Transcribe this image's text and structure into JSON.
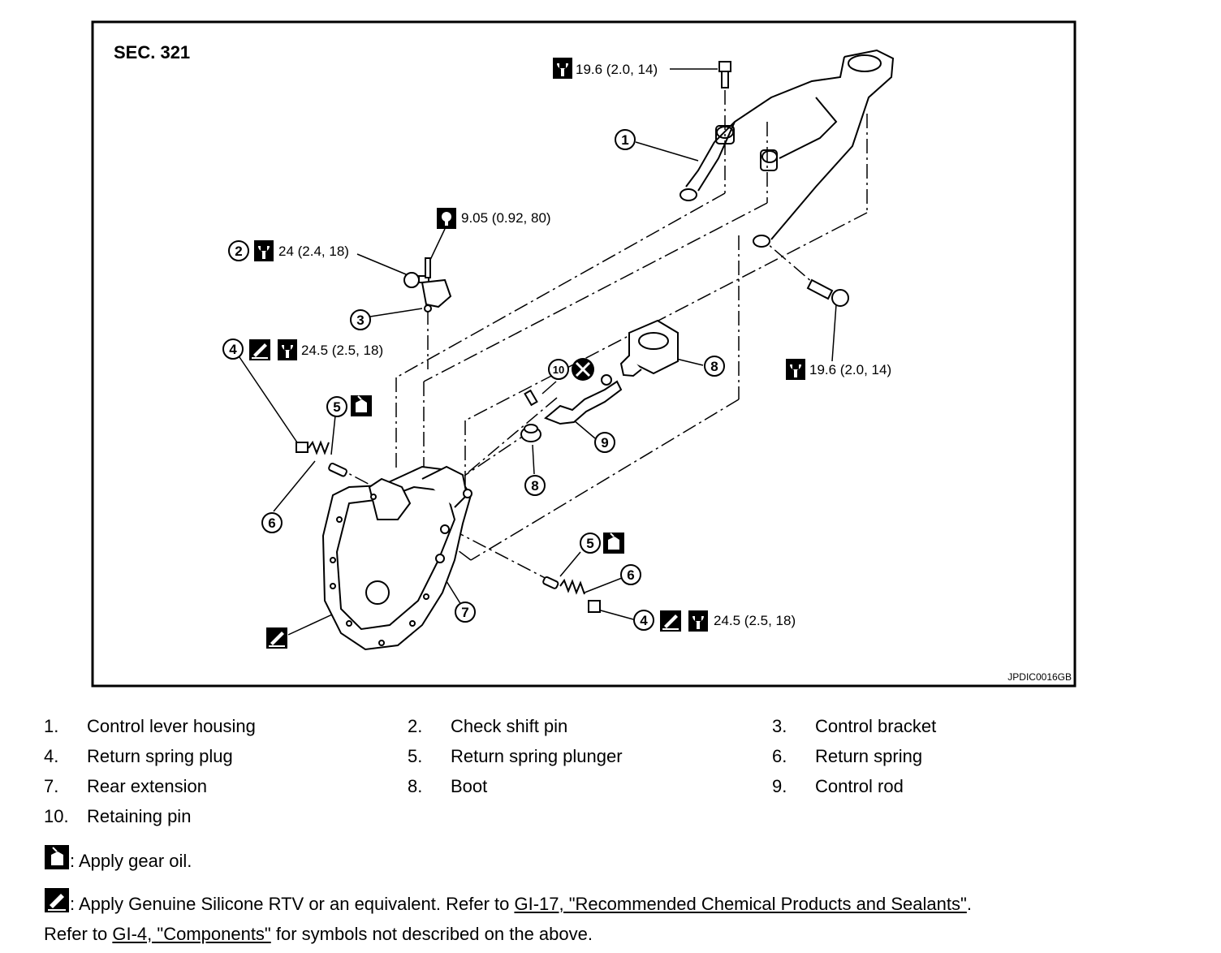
{
  "diagram": {
    "section": "SEC. 321",
    "figure_code": "JPDIC0016GB",
    "callouts": {
      "torque_top": "19.6 (2.0, 14)",
      "torque_pin": "9.05 (0.92, 80)",
      "torque_2": "24 (2.4, 18)",
      "torque_4_upper": "24.5 (2.5, 18)",
      "torque_right": "19.6 (2.0, 14)",
      "torque_4_lower": "24.5 (2.5, 18)"
    },
    "markers": [
      "1",
      "2",
      "3",
      "4",
      "5",
      "6",
      "7",
      "8",
      "9",
      "10"
    ]
  },
  "legend": [
    {
      "num": "1.",
      "label": "Control lever housing"
    },
    {
      "num": "2.",
      "label": "Check shift pin"
    },
    {
      "num": "3.",
      "label": "Control bracket"
    },
    {
      "num": "4.",
      "label": "Return spring plug"
    },
    {
      "num": "5.",
      "label": "Return spring plunger"
    },
    {
      "num": "6.",
      "label": "Return spring"
    },
    {
      "num": "7.",
      "label": "Rear extension"
    },
    {
      "num": "8.",
      "label": "Boot"
    },
    {
      "num": "9.",
      "label": "Control rod"
    },
    {
      "num": "10.",
      "label": "Retaining pin"
    }
  ],
  "notes": {
    "gear_oil": ": Apply gear oil.",
    "rtv_prefix": ": Apply Genuine Silicone RTV or an equivalent. Refer to ",
    "rtv_link": "GI-17, \"Recommended Chemical Products and Sealants\"",
    "rtv_suffix": ".",
    "refer_prefix": "Refer to ",
    "refer_link": "GI-4, \"Components\"",
    "refer_suffix": " for symbols not described on the above."
  }
}
